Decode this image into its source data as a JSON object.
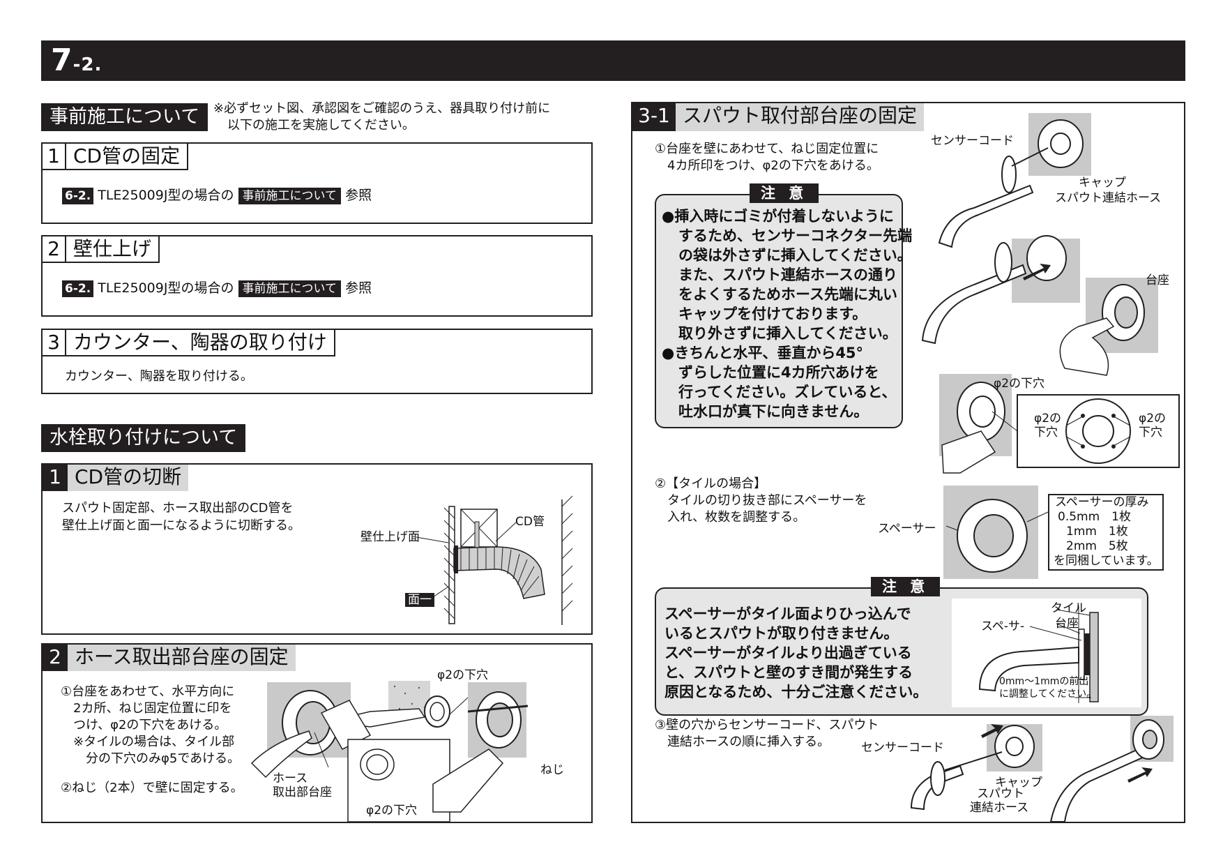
{
  "header": {
    "title_main": "7",
    "title_sub": "-2."
  },
  "left": {
    "prep_tab": "事前施工について",
    "prep_note": [
      "※必ずセット図、承認図をご確認のうえ、器具取り付け前に",
      "以下の施工を実施してください。"
    ],
    "boxes": [
      {
        "num": "1",
        "title": "CD管の固定",
        "ref_chip": "6-2.",
        "ref_text": "TLE25009J型の場合の",
        "ref_chip2": "事前施工について",
        "ref_end": "参照"
      },
      {
        "num": "2",
        "title": "壁仕上げ",
        "ref_chip": "6-2.",
        "ref_text": "TLE25009J型の場合の",
        "ref_chip2": "事前施工について",
        "ref_end": "参照"
      },
      {
        "num": "3",
        "title": "カウンター、陶器の取り付け",
        "body": "カウンター、陶器を取り付ける。"
      }
    ],
    "faucet_tab": "水栓取り付けについて",
    "step1": {
      "num": "1",
      "title": "CD管の切断",
      "text": [
        "スパウト固定部、ホース取出部のCD管を",
        "壁仕上げ面と面一になるように切断する。"
      ],
      "labels": {
        "wall": "壁仕上げ面",
        "cd": "CD管",
        "flush": "面一"
      }
    },
    "step2": {
      "num": "2",
      "title": "ホース取出部台座の固定",
      "text1": [
        "①台座をあわせて、水平方向に",
        "2カ所、ねじ固定位置に印を",
        "つけ、φ2の下穴をあける。"
      ],
      "text1_note": [
        "※タイルの場合は、タイル部",
        "分の下穴のみφ5であける。"
      ],
      "text2": "②ねじ（2本）で壁に固定する。",
      "labels": {
        "hose_base": [
          "ホース",
          "取出部台座"
        ],
        "hole_top": "φ2の下穴",
        "hole_bottom": "φ2の下穴",
        "screw": "ねじ"
      }
    }
  },
  "right": {
    "step31": {
      "num": "3-1",
      "title": "スパウト取付部台座の固定",
      "text1": [
        "①台座を壁にあわせて、ねじ固定位置に",
        "4カ所印をつけ、φ2の下穴をあける。"
      ],
      "caution1": {
        "tag": "注 意",
        "lines": [
          "●挿入時にゴミが付着しないように",
          "するため、センサーコネクター先端",
          "の袋は外さずに挿入してください。",
          "また、スパウト連結ホースの通り",
          "をよくするためホース先端に丸い",
          "キャップを付けております。",
          "取り外さずに挿入してください。",
          "●きちんと水平、垂直から45°",
          "ずらした位置に4カ所穴あけを",
          "行ってください。ズレていると、",
          "吐水口が真下に向きません。"
        ]
      },
      "fig_labels": {
        "sensor_cord": "センサーコード",
        "cap": "キャップ",
        "hose": "スパウト連結ホース",
        "base": "台座",
        "hole": "φ2の下穴",
        "hole_l": [
          "φ2の",
          "下穴"
        ],
        "hole_r": [
          "φ2の",
          "下穴"
        ]
      },
      "text2": [
        "②【タイルの場合】",
        "タイルの切り抜き部にスペーサーを",
        "入れ、枚数を調整する。"
      ],
      "spacer_label": "スペーサー",
      "spacer_box": [
        "スペーサーの厚み",
        "0.5mm　1枚",
        "1mm　1枚",
        "2mm　5枚",
        "を同梱しています。"
      ],
      "caution2": {
        "tag": "注 意",
        "lines": [
          "スペーサーがタイル面よりひっ込んで",
          "いるとスパウトが取り付きません。",
          "スペーサーがタイルより出過ぎている",
          "と、スパウトと壁のすき間が発生する",
          "原因となるため、十分ご注意ください。"
        ],
        "fig": {
          "tile": "タイル",
          "base": "台座",
          "spacer": "スペ-サ-",
          "adjust": [
            "0mm〜1mmの前出",
            "に調整してください。"
          ]
        }
      },
      "text3": [
        "③壁の穴からセンサーコード、スパウト",
        "連結ホースの順に挿入する。"
      ],
      "fig3_labels": {
        "sensor_cord": "センサーコード",
        "cap": "キャップ",
        "hose": [
          "スパウト",
          "連結ホース"
        ]
      }
    }
  }
}
